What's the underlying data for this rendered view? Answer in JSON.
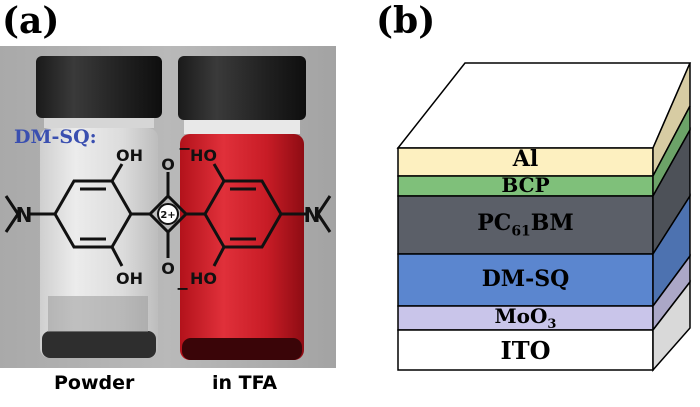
{
  "panel_a": {
    "label": "(a)",
    "molecule_label": "DM-SQ:",
    "vial_left_caption": "Powder",
    "vial_right_caption": "in TFA",
    "atoms": {
      "oh_top": "OH",
      "ho_top": "HO",
      "oh_bottom": "OH",
      "ho_bottom": "HO",
      "o_top": "O",
      "o_bottom": "O",
      "charge": "2+",
      "minus": "−"
    }
  },
  "panel_b": {
    "label": "(b)",
    "layers": [
      {
        "name": "Al",
        "color": "#fdf0c0"
      },
      {
        "name": "BCP",
        "color": "#7fc07a"
      },
      {
        "name": "PC61BM",
        "color": "#5b5f68",
        "main": "PC",
        "sub": "61",
        "suffix": "BM"
      },
      {
        "name": "DM-SQ",
        "color": "#5b86cf"
      },
      {
        "name": "MoO3",
        "color": "#c9c5ea",
        "main": "MoO",
        "sub": "3"
      },
      {
        "name": "ITO",
        "color": "#ffffff"
      }
    ]
  }
}
